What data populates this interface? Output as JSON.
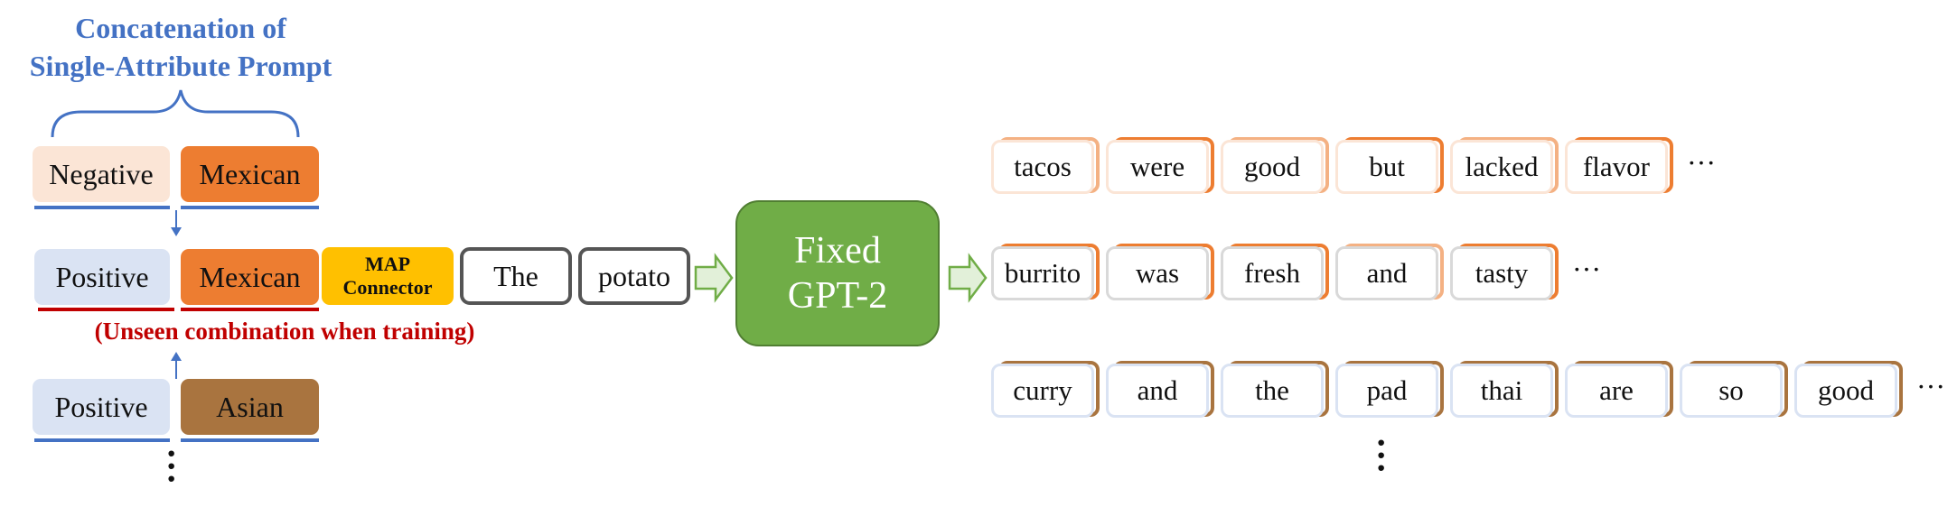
{
  "prompt_group": {
    "title_line1": "Concatenation of",
    "title_line2": "Single-Attribute Prompt",
    "rows": [
      {
        "sentiment": "Negative",
        "cuisine": "Mexican"
      },
      {
        "sentiment": "Positive",
        "cuisine": "Mexican"
      },
      {
        "sentiment": "Positive",
        "cuisine": "Asian"
      }
    ],
    "unseen_note": "(Unseen combination when training)",
    "connector_line1": "MAP",
    "connector_line2": "Connector",
    "input_words": [
      "The",
      "potato"
    ]
  },
  "model": {
    "line1": "Fixed",
    "line2": "GPT-2"
  },
  "outputs": [
    {
      "tokens": [
        "tacos",
        "were",
        "good",
        "but",
        "lacked",
        "flavor"
      ],
      "ellipsis": "···"
    },
    {
      "tokens": [
        "burrito",
        "was",
        "fresh",
        "and",
        "tasty"
      ],
      "ellipsis": "···"
    },
    {
      "tokens": [
        "curry",
        "and",
        "the",
        "pad",
        "thai",
        "are",
        "so",
        "good"
      ],
      "ellipsis": "···"
    }
  ],
  "colors": {
    "negative_fill": "#FBE5D6",
    "positive_fill": "#DAE3F3",
    "mexican_fill": "#ED7D31",
    "asian_fill": "#A9743F",
    "blue_accent": "#4472C4",
    "red_accent": "#C00000",
    "connector_fill": "#FFC000",
    "gpt_fill": "#70AD47",
    "arrow_fill": "#E2F0D9"
  }
}
